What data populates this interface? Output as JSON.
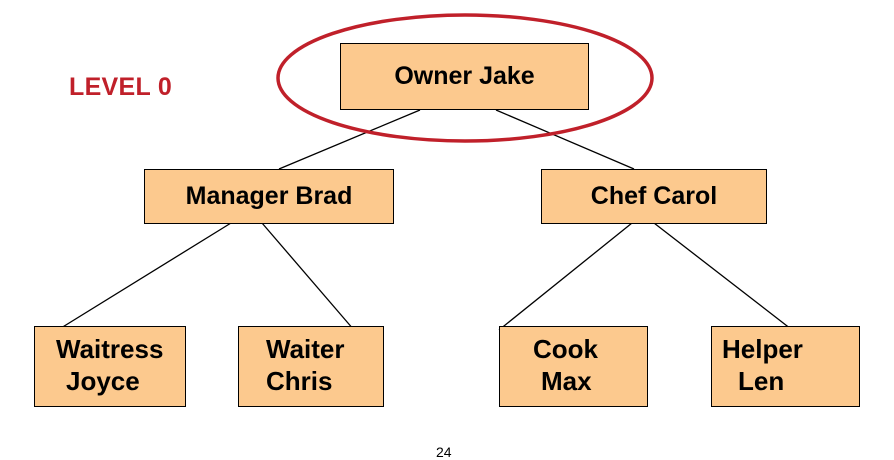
{
  "level_label": "LEVEL 0",
  "page_number": "24",
  "colors": {
    "node_fill": "#FCC98E",
    "node_border": "#000000",
    "highlight": "#C0202A",
    "text": "#000000"
  },
  "nodes": {
    "owner": {
      "role": "Owner",
      "name": "Jake"
    },
    "manager": {
      "role": "Manager",
      "name": "Brad"
    },
    "chef": {
      "role": "Chef",
      "name": "Carol"
    },
    "waitress": {
      "role": "Waitress",
      "name": "Joyce"
    },
    "waiter": {
      "role": "Waiter",
      "name": "Chris"
    },
    "cook": {
      "role": "Cook",
      "name": "Max"
    },
    "helper": {
      "role": "Helper",
      "name": "Len"
    }
  },
  "edges": [
    [
      "owner",
      "manager"
    ],
    [
      "owner",
      "chef"
    ],
    [
      "manager",
      "waitress"
    ],
    [
      "manager",
      "waiter"
    ],
    [
      "chef",
      "cook"
    ],
    [
      "chef",
      "helper"
    ]
  ],
  "highlighted_node": "owner"
}
